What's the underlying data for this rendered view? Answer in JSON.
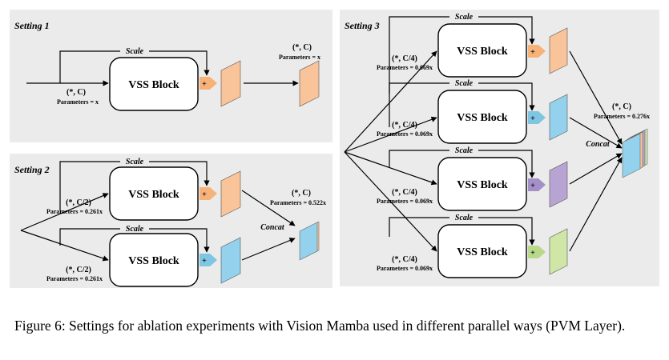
{
  "colors": {
    "panel": "#ebebeb",
    "orange": "#f9c49a",
    "blue": "#93d1ec",
    "purple": "#b7a4d2",
    "green": "#cfe6a6",
    "orange_arrow": "#f7b27a",
    "blue_arrow": "#7fc6e2",
    "purple_arrow": "#a48fc8",
    "green_arrow": "#b9d98a"
  },
  "setting1": {
    "title": "Setting 1",
    "scale": "Scale",
    "block": "VSS Block",
    "plus": "+",
    "in_dim": "(*, C)",
    "in_params": "Parameters = x",
    "out_dim": "(*, C)",
    "out_params": "Parameters = x"
  },
  "setting2": {
    "title": "Setting 2",
    "top": {
      "scale": "Scale",
      "block": "VSS Block",
      "plus": "+",
      "dim": "(*, C/2)",
      "params": "Parameters = 0.261x"
    },
    "bottom": {
      "scale": "Scale",
      "block": "VSS Block",
      "plus": "+",
      "dim": "(*, C/2)",
      "params": "Parameters = 0.261x"
    },
    "concat": "Concat",
    "out_dim": "(*, C)",
    "out_params": "Parameters = 0.522x"
  },
  "setting3": {
    "title": "Setting 3",
    "branches": [
      {
        "scale": "Scale",
        "block": "VSS Block",
        "plus": "+",
        "dim": "(*, C/4)",
        "params": "Parameters = 0.069x"
      },
      {
        "scale": "Scale",
        "block": "VSS Block",
        "plus": "+",
        "dim": "(*, C/4)",
        "params": "Parameters = 0.069x"
      },
      {
        "scale": "Scale",
        "block": "VSS Block",
        "plus": "+",
        "dim": "(*, C/4)",
        "params": "Parameters = 0.069x"
      },
      {
        "scale": "Scale",
        "block": "VSS Block",
        "plus": "+",
        "dim": "(*, C/4)",
        "params": "Parameters = 0.069x"
      }
    ],
    "concat": "Concat",
    "out_dim": "(*, C)",
    "out_params": "Parameters = 0.276x"
  },
  "caption": "Figure 6: Settings for ablation experiments with Vision Mamba used in different parallel ways (PVM Layer)."
}
